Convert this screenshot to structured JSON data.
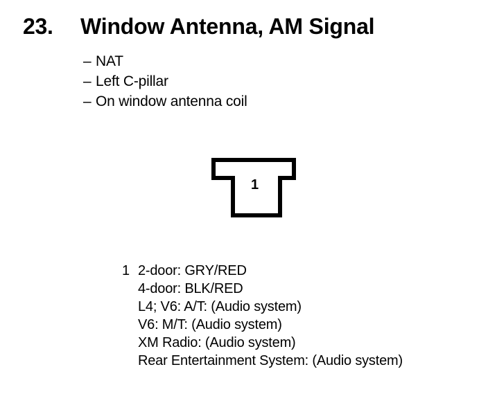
{
  "page": {
    "background_color": "#ffffff",
    "ink_color": "#000000"
  },
  "header": {
    "item_number": "23.",
    "title": "Window Antenna, AM Signal",
    "bullet_marker": "–",
    "bullets": [
      {
        "label": "NAT"
      },
      {
        "label": "Left C-pillar"
      },
      {
        "label": "On window antenna coil"
      }
    ]
  },
  "connector": {
    "symbol_name": "t-shaped-connector-outline",
    "pin_number": "1",
    "stroke_width": 6
  },
  "legend": {
    "entries": [
      {
        "marker": "1",
        "lines": [
          "2-door: GRY/RED",
          "4-door: BLK/RED",
          "L4; V6: A/T: (Audio system)",
          "V6: M/T: (Audio system)",
          "XM Radio: (Audio system)",
          "Rear Entertainment System: (Audio system)"
        ]
      }
    ]
  }
}
